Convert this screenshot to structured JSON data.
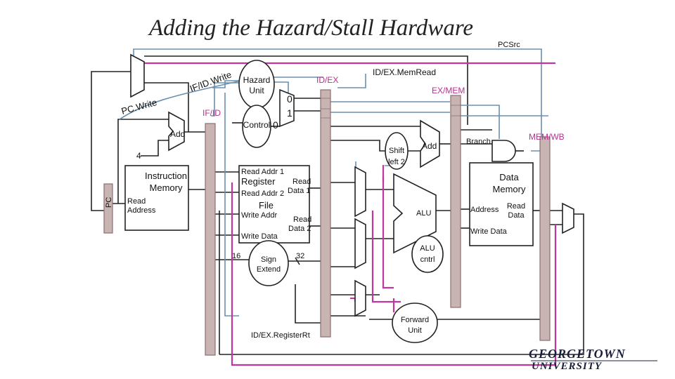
{
  "title": "Adding the Hazard/Stall Hardware",
  "logo": {
    "line1": "GEORGETOWN",
    "line2": "UNIVERSITY"
  },
  "colors": {
    "pipeline_register": "#c9b4b4",
    "forward_wire": "#c0359f",
    "control_wire": "#6b8fb0",
    "hazard_wire": "#7a8fa8"
  },
  "labels": {
    "pcsrc": "PCSrc",
    "id_ex_memread": "ID/EX.MemRead",
    "hazard_unit_1": "Hazard",
    "hazard_unit_2": "Unit",
    "id_ex": "ID/EX",
    "ex_mem": "EX/MEM",
    "mem_wb": "MEM/WB",
    "if_id_write": "IF/ID.Write",
    "pc_write": "PC.Write",
    "if_id": "IF/ID",
    "control": "Control",
    "mux_0_top": "0",
    "mux_1": "1",
    "mux_0_bottom": "0",
    "add_left": "Add",
    "four": "4",
    "pc": "PC",
    "im_1": "Instruction",
    "im_2": "Memory",
    "read_address_1": "Read",
    "read_address_2": "Address",
    "read_addr1": "Read Addr 1",
    "register": "Register",
    "read_top": "Read",
    "read_addr2": "Read Addr 2",
    "data1": "Data 1",
    "file": "File",
    "write_addr": "Write Addr",
    "read_mid": "Read",
    "data2": "Data 2",
    "write_data_rf": "Write Data",
    "sixteen": "16",
    "sign_1": "Sign",
    "extend": "Extend",
    "thirtytwo": "32",
    "shift_1": "Shift",
    "shift_2": "left 2",
    "add_right": "Add",
    "branch": "Branch",
    "alu": "ALU",
    "alu_cntrl_1": "ALU",
    "alu_cntrl_2": "cntrl",
    "dm_1": "Data",
    "dm_2": "Memory",
    "dm_address": "Address",
    "dm_read_1": "Read",
    "dm_read_2": "Data",
    "dm_write_data": "Write Data",
    "forward_1": "Forward",
    "forward_2": "Unit",
    "id_ex_rt": "ID/EX.RegisterRt"
  }
}
